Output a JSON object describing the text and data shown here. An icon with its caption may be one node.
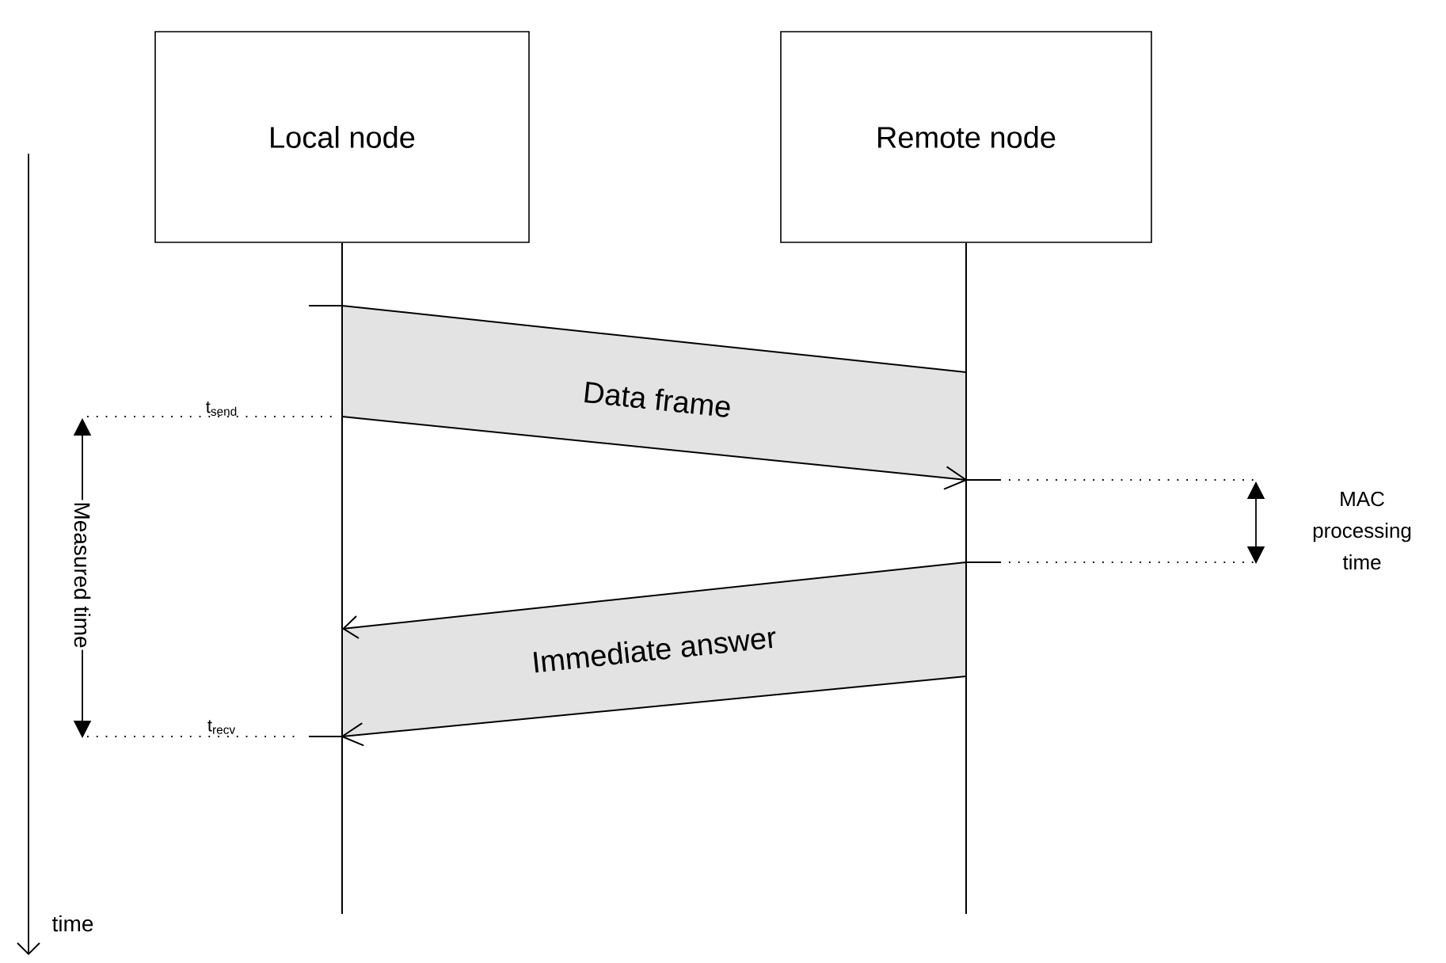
{
  "diagram": {
    "nodes": [
      {
        "text": [
          "Local node"
        ]
      },
      {
        "text": [
          "Remote node"
        ]
      },
      {
        "text": [
          "Data frame"
        ]
      },
      {
        "text": [
          "Immediate answer"
        ]
      }
    ],
    "edges": [
      {
        "from": 0,
        "to": null,
        "arrow": "none"
      },
      {
        "from": 1,
        "to": null,
        "arrow": "none"
      }
    ],
    "labels": [
      "t$_{send}$",
      "Measured time",
      "MAC processing time",
      "t$_{recv}$",
      "time"
    ]
  }
}
